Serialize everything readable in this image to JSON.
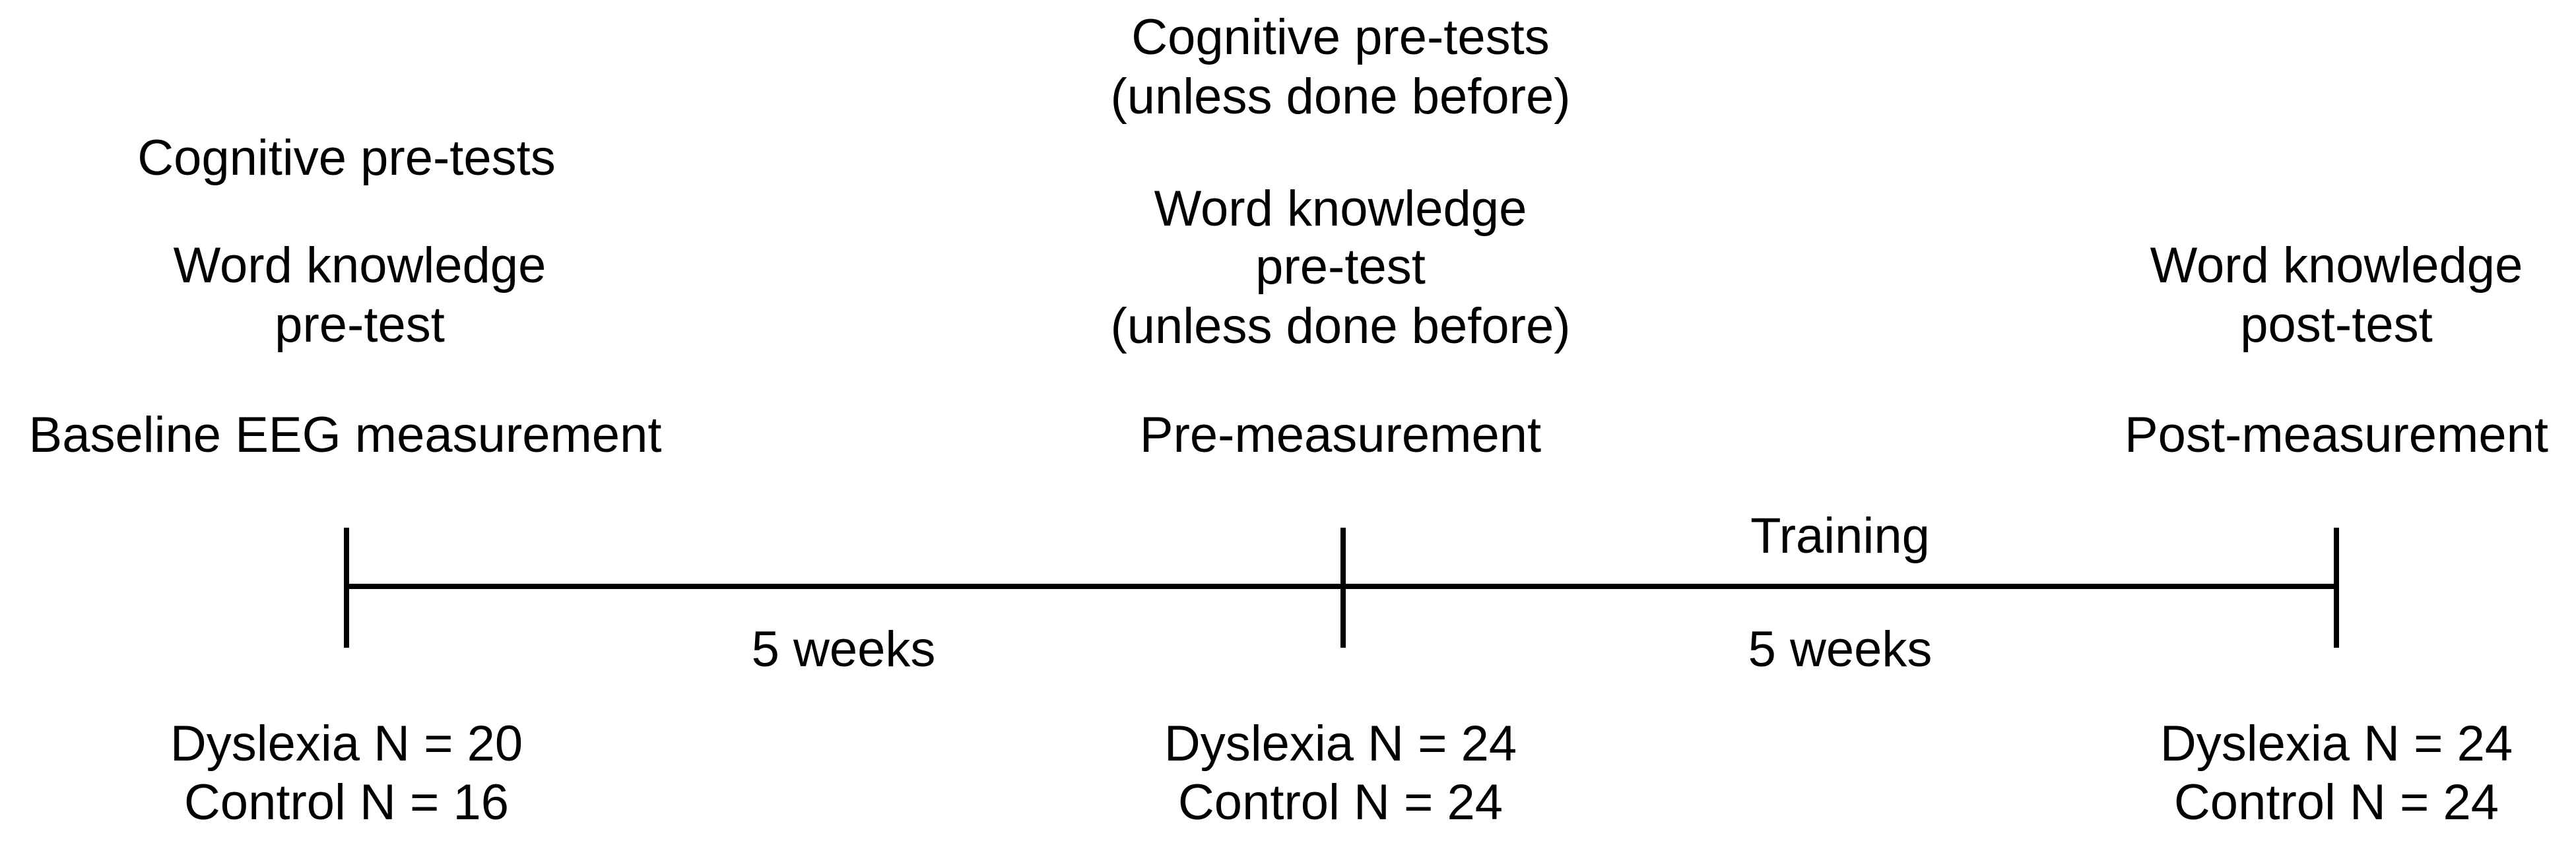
{
  "columns": {
    "baseline": {
      "cognitive": "Cognitive pre-tests",
      "word_line1": "Word knowledge",
      "word_line2": "pre-test",
      "measurement": "Baseline EEG measurement",
      "dyslexia": "Dyslexia N = 20",
      "control": "Control N = 16"
    },
    "pre": {
      "cognitive_line1": "Cognitive pre-tests",
      "cognitive_line2": "(unless done before)",
      "word_line1": "Word knowledge",
      "word_line2": "pre-test",
      "word_line3": "(unless done before)",
      "measurement": "Pre-measurement",
      "dyslexia": "Dyslexia N = 24",
      "control": "Control N = 24"
    },
    "post": {
      "word_line1": "Word knowledge",
      "word_line2": "post-test",
      "measurement": "Post-measurement",
      "dyslexia": "Dyslexia N = 24",
      "control": "Control N = 24"
    }
  },
  "timeline": {
    "interval1": "5 weeks",
    "interval2_activity": "Training",
    "interval2": "5 weeks"
  }
}
